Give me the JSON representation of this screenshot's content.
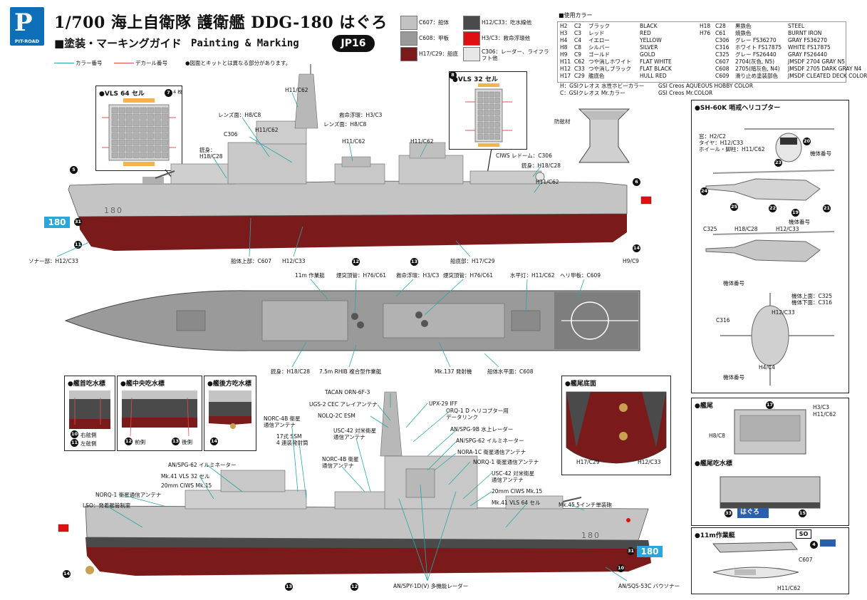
{
  "header": {
    "logo_big": "P",
    "logo_small": "PIT-ROAD",
    "title": "1/700 海上自衛隊 護衛艦 DDG-180 はぐろ",
    "subtitle": "■塗装・マーキングガイド",
    "subtitle_en": "Painting & Marking",
    "code": "JP16",
    "legend_color": "カラー番号",
    "legend_decal": "デカール番号",
    "legend_note": "●図面とキットとは異なる部分があります。"
  },
  "swatches": [
    {
      "label": "C607：船体",
      "color": "#c2c2c2"
    },
    {
      "label": "C608：甲板",
      "color": "#9a9a9a"
    },
    {
      "label": "H17/C29：船底",
      "color": "#7a1a1a"
    },
    {
      "label": "H12/C33：吃水線他",
      "color": "#4a4a4a"
    },
    {
      "label": "H3/C3：救命浮環他",
      "color": "#e01010"
    },
    {
      "label": "C306：レーダー、ライフラフト他",
      "color": "#e6e6e6"
    }
  ],
  "color_table": {
    "heading": "■使用カラー",
    "left": [
      [
        "H2",
        "C2",
        "ブラック",
        "BLACK"
      ],
      [
        "H3",
        "C3",
        "レッド",
        "RED"
      ],
      [
        "H4",
        "C4",
        "イエロー",
        "YELLOW"
      ],
      [
        "H8",
        "C8",
        "シルバー",
        "SILVER"
      ],
      [
        "H9",
        "C9",
        "ゴールド",
        "GOLD"
      ],
      [
        "H11",
        "C62",
        "つや消しホワイト",
        "FLAT WHITE"
      ],
      [
        "H12",
        "C33",
        "つや消しブラック",
        "FLAT BLACK"
      ],
      [
        "H17",
        "C29",
        "艦底色",
        "HULL RED"
      ]
    ],
    "right": [
      [
        "H18",
        "C28",
        "黒鉄色",
        "STEEL"
      ],
      [
        "H76",
        "C61",
        "焼鉄色",
        "BURNT IRON"
      ],
      [
        "",
        "C306",
        "グレー FS36270",
        "GRAY FS36270"
      ],
      [
        "",
        "C316",
        "ホワイト FS17875",
        "WHITE FS17875"
      ],
      [
        "",
        "C325",
        "グレー FS26440",
        "GRAY FS26440"
      ],
      [
        "",
        "C607",
        "2704(灰色, N5)",
        "JMSDF 2704 GRAY N5"
      ],
      [
        "",
        "C608",
        "2705(暗灰色, N4)",
        "JMSDF 2705 DARK GRAY N4"
      ],
      [
        "",
        "C609",
        "滑り止め塗装部色",
        "JMSDF CLEATED DECK COLOR"
      ]
    ],
    "note_h": "H：GSIクレオス 水性ホビーカラー",
    "note_h_en": "GSI Creos AQUEOUS HOBBY COLOR",
    "note_c": "C：GSIクレオス Mr.カラー",
    "note_c_en": "GSI Creos Mr.COLOR"
  },
  "boxes": {
    "vls64": "●VLS 64 セル",
    "vls64_count": "4 枚",
    "vls32": "●VLS 32 セル",
    "heli": "●SH-60K 哨戒ヘリコプター",
    "stern": "●艦尾",
    "stern_draft": "●艦尾吃水標",
    "boat": "●11m作業艇",
    "bow_draft": "●艦首吃水標",
    "mid_draft": "●艦中央吃水標",
    "aft_draft": "●艦後方吃水標",
    "stern_bottom": "●艦尾底面",
    "boat_so": "SO"
  },
  "hull_number": "180",
  "callouts": {
    "lens1": "レンズ面：H8/C8",
    "h11a": "H11/C62",
    "lifebuoy": "救命浮環：H3/C3",
    "lens2": "レンズ面：H8/C8",
    "h11b": "H11/C62",
    "c306": "C306",
    "h11c": "H11/C62",
    "gun1": "銃身：",
    "gun1b": "H18/C28",
    "h11d": "H11/C62",
    "h11e": "H11/C62",
    "fender": "防舷材",
    "ciws": "CIWS レドーム：C306",
    "gun2": "銃身：H18/C28",
    "h11f": "H11/C62",
    "hull_upper": "船体上部：C607",
    "h12": "H12/C33",
    "bottom": "船底部：H17/C29",
    "sonar": "ソナー部：H12/C33",
    "h9": "H9/C9",
    "boat11m": "11m 作業艇",
    "stack1": "煙突頂管：H76/C61",
    "lifebuoy2": "救命浮環：H3/C3",
    "stack2": "煙突頂管：H76/C61",
    "hstab": "水平灯：H11/C62",
    "helideck": "ヘリ甲板：C609",
    "gun3": "銃身：H18/C28",
    "rhib": "7.5m RHIB 複合型作業艇",
    "mk137": "Mk.137 発射機",
    "deck": "船体水平面：C608",
    "bow_s": "右舷側",
    "bow_p": "左舷側",
    "mid_f": "前側",
    "mid_a": "後側",
    "sb_h17": "H17/C29",
    "sb_h12": "H12/C33",
    "tacan": "TACAN ORN-6F-3",
    "ugs": "UGS-2 CEC アレイアンテナ",
    "nolq": "NOLQ-2C ESM",
    "upx": "UPX-29 IFF",
    "orq": "ORQ-1 D ヘリコプター用",
    "orq2": "データリンク",
    "norc4b": "NORC-4B 衛星",
    "norc4b2": "通信アンテナ",
    "spq9b": "AN/SPG-9B 水上レーダー",
    "ssm": "17式 SSM",
    "ssm2": "4 連装発射筒",
    "usc42": "USC-42 対米衛星",
    "usc42b": "通信アンテナ",
    "spg62a": "AN/SPG-62 イルミネーター",
    "norc1c": "NORA-1C 衛星通信アンテナ",
    "norc4b3": "NORC-4B 衛星",
    "norc4b4": "通信アンテナ",
    "norq1": "NORQ-1 衛星通信アンテナ",
    "spg62b": "AN/SPG-62 イルミネーター",
    "usc42c": "USC-42 対米衛星",
    "usc42d": "通信アンテナ",
    "mk41_32": "Mk.41 VLS 32 セル",
    "ciws2": "20mm CIWS Mk.15",
    "ciws3": "20mm CIWS Mk.15",
    "norq1b": "NORQ-1 衛星通信アンテナ",
    "lso": "LSO：発着艦管制室",
    "mk41_64": "Mk.41 VLS 64 セル",
    "mk45": "Mk.45 5インチ単装砲",
    "spy": "AN/SPY-1D(V) 多機能レーダー",
    "sqs": "AN/SQS-53C バウソナー",
    "heli_window": "窓：H2/C2",
    "heli_tire": "タイヤ：H12/C33",
    "heli_wheel": "ホイール・脚柱：H11/C62",
    "heli_num1": "機体番号",
    "heli_num2": "機体番号",
    "c325": "C325",
    "h18": "H18/C28",
    "h12b": "H12/C33",
    "heli_num3": "機体番号",
    "top_up": "機体上面：C325",
    "top_dn": "機体下面：C316",
    "c316": "C316",
    "h12c": "H12/C33",
    "heli_num4": "機体番号",
    "h4": "H4/C4",
    "st_h3": "H3/C3",
    "st_h11": "H11/C62",
    "st_h8": "H8/C8",
    "hagu": "はぐろ",
    "boat_c607": "C607",
    "boat_h11": "H11/C62"
  }
}
